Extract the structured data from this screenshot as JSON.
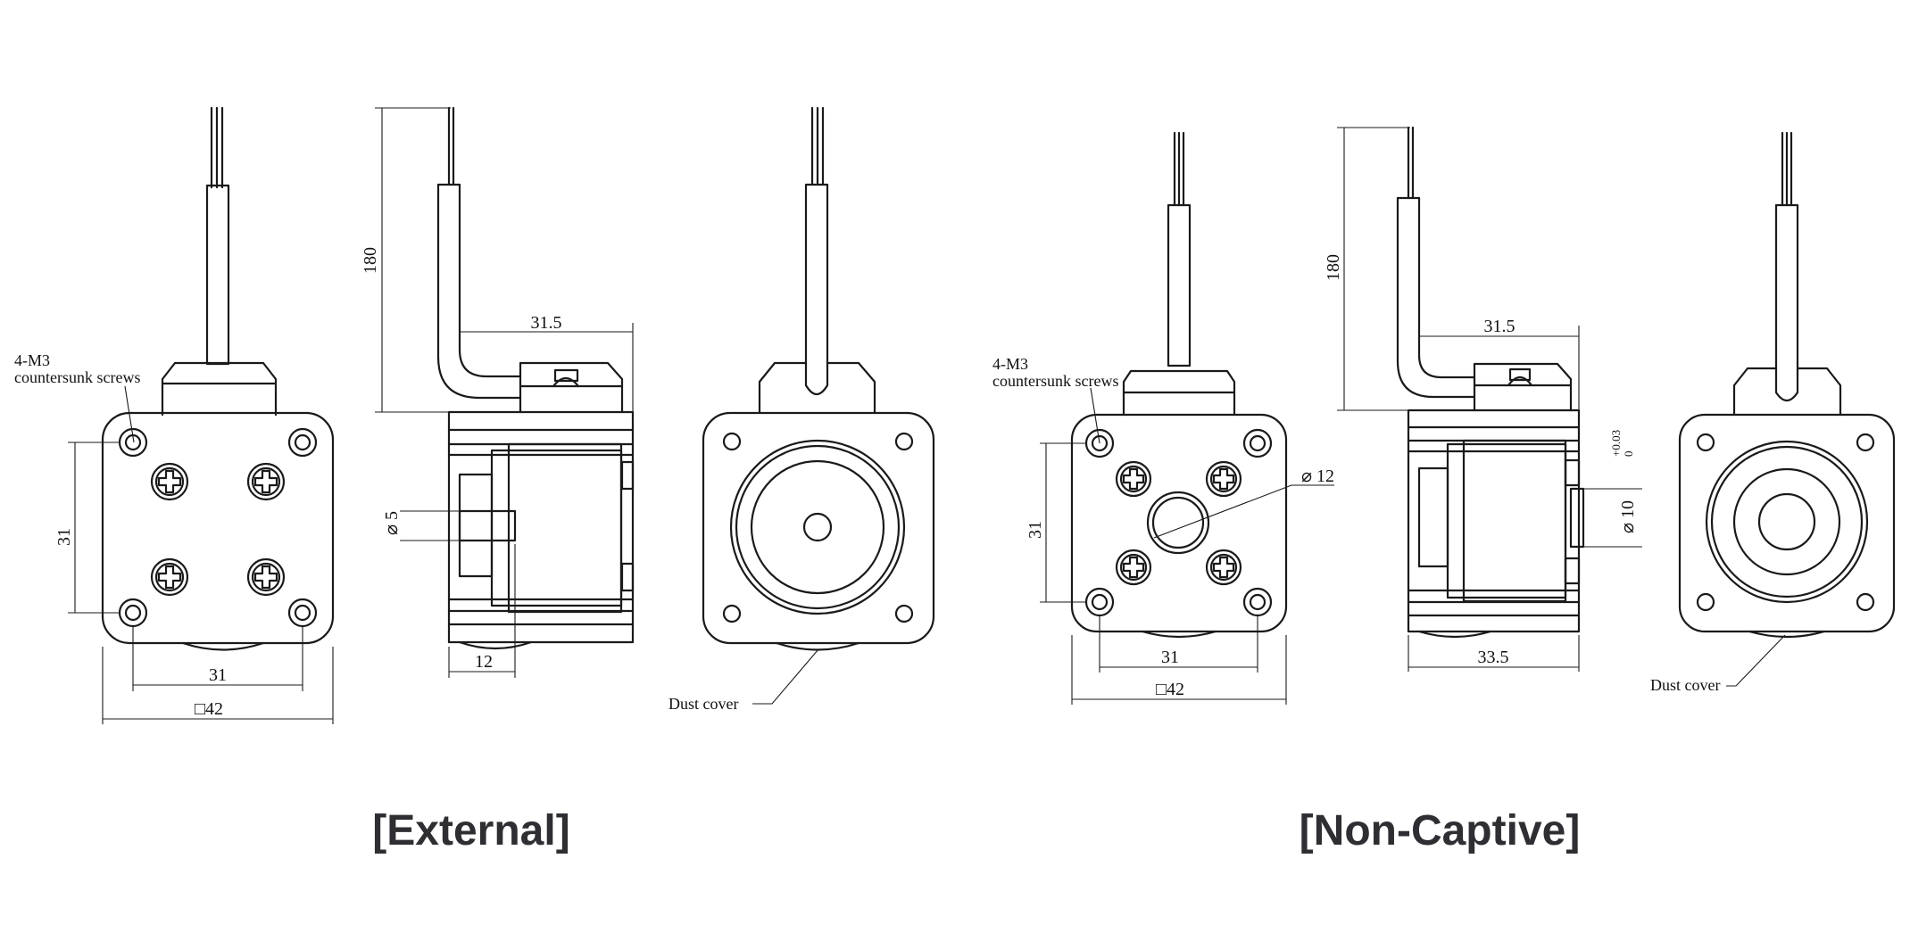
{
  "external": {
    "caption": "[External]",
    "screw_note_line1": "4-M3",
    "screw_note_line2": "countersunk screws",
    "dim_hole_spacing_vertical": "31",
    "dim_hole_spacing_horizontal": "31",
    "dim_square": "□42",
    "dim_cable_length": "180",
    "dim_body_depth": "31.5",
    "dim_shaft_dia": "5",
    "dim_shaft_len": "12",
    "dust_cover_label": "Dust cover"
  },
  "non_captive": {
    "caption": "[Non-Captive]",
    "screw_note_line1": "4-M3",
    "screw_note_line2": "countersunk screws",
    "dim_bore_dia": "12",
    "dim_hole_spacing_vertical": "31",
    "dim_hole_spacing_horizontal": "31",
    "dim_square": "□42",
    "dim_cable_length": "180",
    "dim_body_depth": "31.5",
    "dim_boss_dia": "10",
    "dim_boss_tol_upper": "+0.03",
    "dim_boss_tol_lower": "0",
    "dim_overall_len": "33.5",
    "dust_cover_label": "Dust cover"
  },
  "colors": {
    "line": "#1a1a1a",
    "caption": "#2e2e33",
    "background": "#ffffff"
  }
}
